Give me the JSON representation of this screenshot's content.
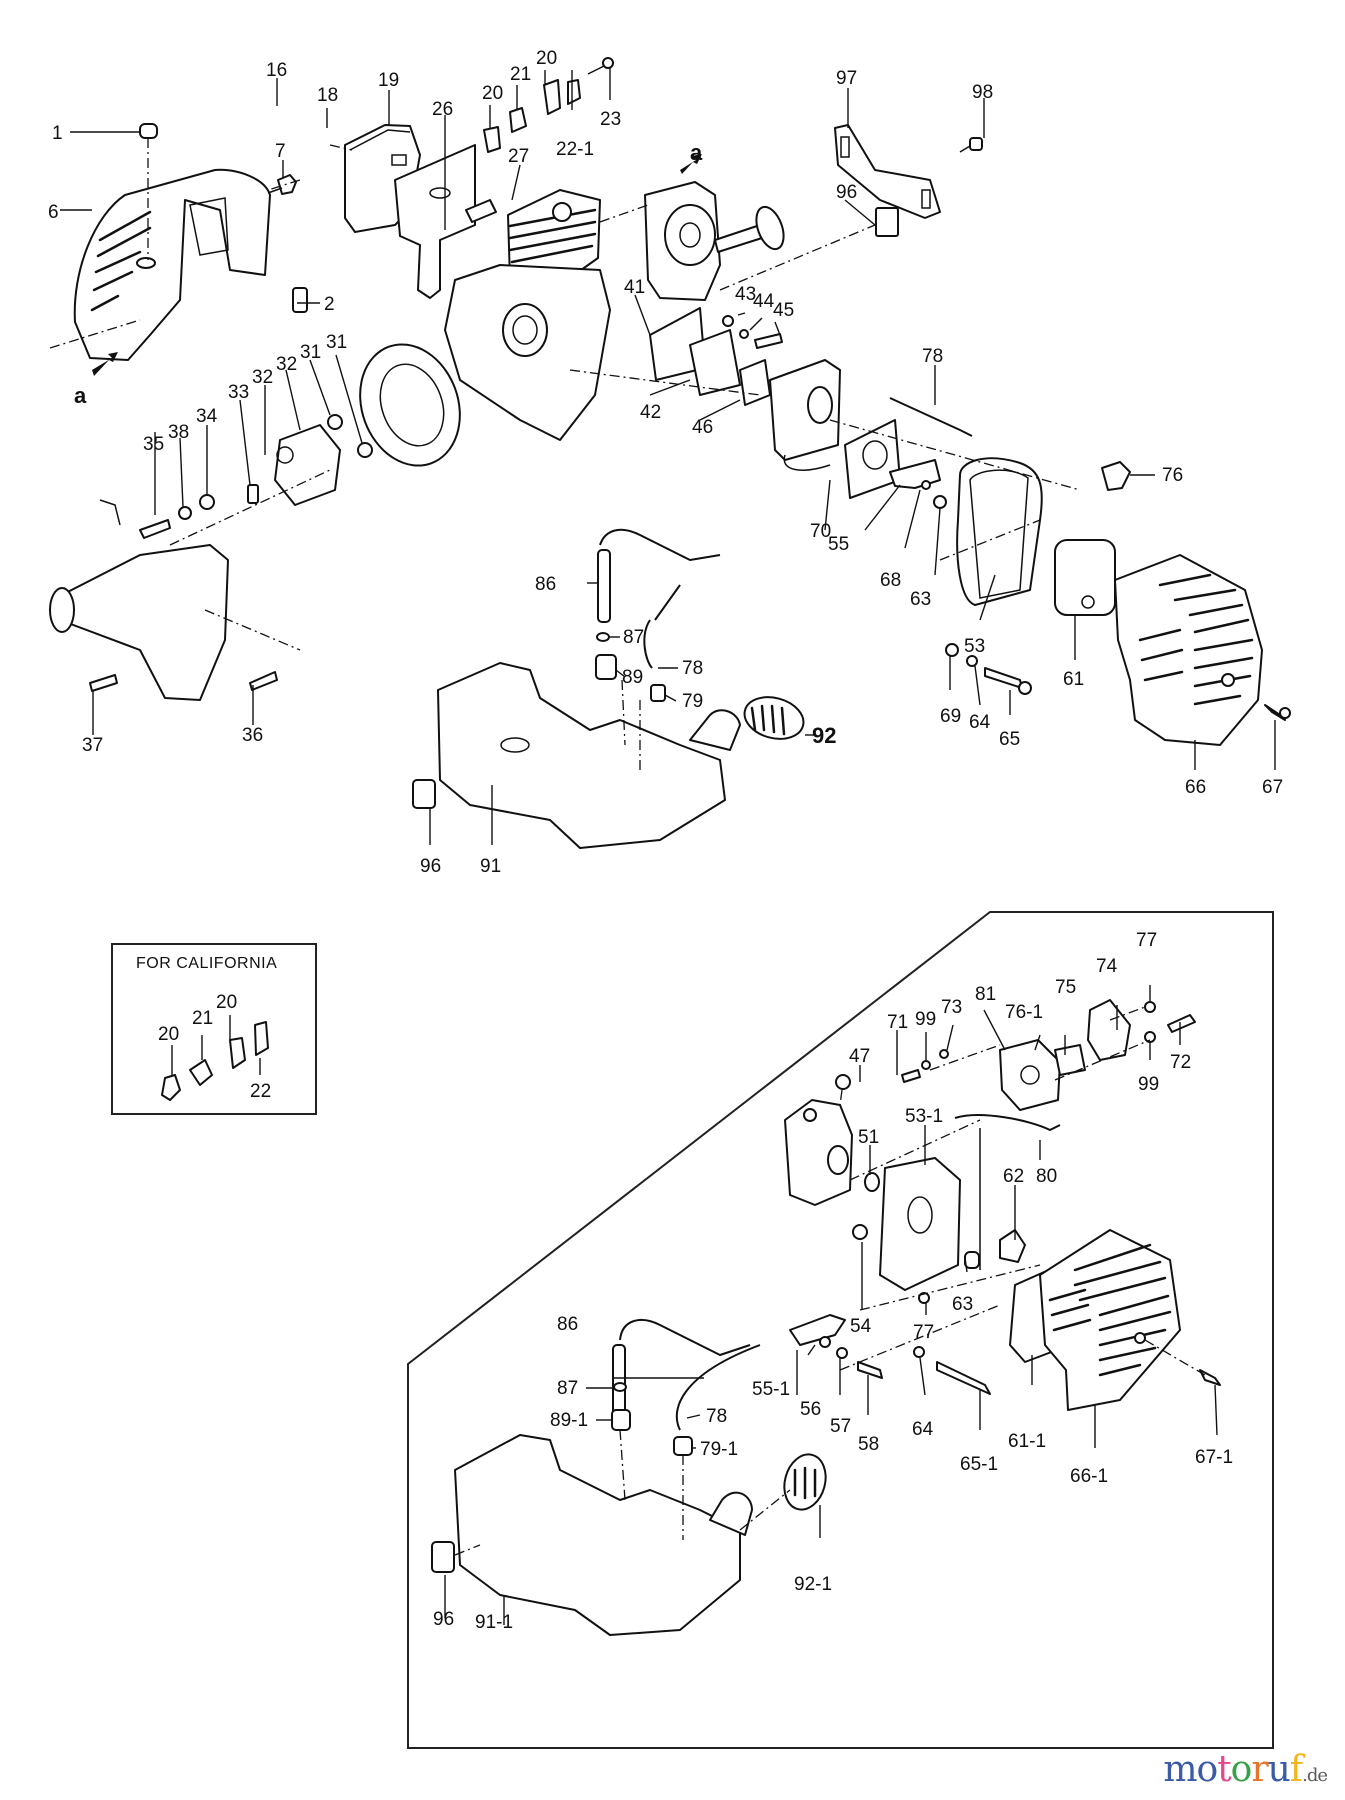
{
  "diagram": {
    "title": "Engine exploded parts view",
    "view_marker": "a",
    "california_inset": {
      "title": "FOR CALIFORNIA",
      "labels": [
        "20",
        "21",
        "20",
        "22"
      ]
    },
    "upper_callouts": [
      {
        "id": "c1",
        "text": "1"
      },
      {
        "id": "c2",
        "text": "2"
      },
      {
        "id": "c6",
        "text": "6"
      },
      {
        "id": "c7",
        "text": "7"
      },
      {
        "id": "c16",
        "text": "16"
      },
      {
        "id": "c18",
        "text": "18"
      },
      {
        "id": "c19",
        "text": "19"
      },
      {
        "id": "c20a",
        "text": "20"
      },
      {
        "id": "c20b",
        "text": "20"
      },
      {
        "id": "c21",
        "text": "21"
      },
      {
        "id": "c22_1",
        "text": "22-1"
      },
      {
        "id": "c23",
        "text": "23"
      },
      {
        "id": "c26",
        "text": "26"
      },
      {
        "id": "c27",
        "text": "27"
      },
      {
        "id": "c31a",
        "text": "31"
      },
      {
        "id": "c31b",
        "text": "31"
      },
      {
        "id": "c32a",
        "text": "32"
      },
      {
        "id": "c32b",
        "text": "32"
      },
      {
        "id": "c33",
        "text": "33"
      },
      {
        "id": "c34",
        "text": "34"
      },
      {
        "id": "c35",
        "text": "35"
      },
      {
        "id": "c36",
        "text": "36"
      },
      {
        "id": "c37",
        "text": "37"
      },
      {
        "id": "c38",
        "text": "38"
      },
      {
        "id": "c41",
        "text": "41"
      },
      {
        "id": "c42",
        "text": "42"
      },
      {
        "id": "c43",
        "text": "43"
      },
      {
        "id": "c44",
        "text": "44"
      },
      {
        "id": "c45",
        "text": "45"
      },
      {
        "id": "c46",
        "text": "46"
      },
      {
        "id": "c53",
        "text": "53"
      },
      {
        "id": "c55",
        "text": "55"
      },
      {
        "id": "c61",
        "text": "61"
      },
      {
        "id": "c63",
        "text": "63"
      },
      {
        "id": "c64",
        "text": "64"
      },
      {
        "id": "c65",
        "text": "65"
      },
      {
        "id": "c66",
        "text": "66"
      },
      {
        "id": "c67",
        "text": "67"
      },
      {
        "id": "c68",
        "text": "68"
      },
      {
        "id": "c69",
        "text": "69"
      },
      {
        "id": "c70",
        "text": "70"
      },
      {
        "id": "c76",
        "text": "76"
      },
      {
        "id": "c78a",
        "text": "78"
      },
      {
        "id": "c78b",
        "text": "78"
      },
      {
        "id": "c79",
        "text": "79"
      },
      {
        "id": "c86",
        "text": "86"
      },
      {
        "id": "c87",
        "text": "87"
      },
      {
        "id": "c89",
        "text": "89"
      },
      {
        "id": "c91",
        "text": "91"
      },
      {
        "id": "c92",
        "text": "92"
      },
      {
        "id": "c96a",
        "text": "96"
      },
      {
        "id": "c96b",
        "text": "96"
      },
      {
        "id": "c97",
        "text": "97"
      },
      {
        "id": "c98",
        "text": "98"
      }
    ],
    "lower_callouts": [
      {
        "id": "l47",
        "text": "47"
      },
      {
        "id": "l51",
        "text": "51"
      },
      {
        "id": "l53_1",
        "text": "53-1"
      },
      {
        "id": "l54",
        "text": "54"
      },
      {
        "id": "l55_1",
        "text": "55-1"
      },
      {
        "id": "l56",
        "text": "56"
      },
      {
        "id": "l57",
        "text": "57"
      },
      {
        "id": "l58",
        "text": "58"
      },
      {
        "id": "l61_1",
        "text": "61-1"
      },
      {
        "id": "l62",
        "text": "62"
      },
      {
        "id": "l63",
        "text": "63"
      },
      {
        "id": "l64",
        "text": "64"
      },
      {
        "id": "l65_1",
        "text": "65-1"
      },
      {
        "id": "l66_1",
        "text": "66-1"
      },
      {
        "id": "l67_1",
        "text": "67-1"
      },
      {
        "id": "l71",
        "text": "71"
      },
      {
        "id": "l72",
        "text": "72"
      },
      {
        "id": "l73",
        "text": "73"
      },
      {
        "id": "l74",
        "text": "74"
      },
      {
        "id": "l75",
        "text": "75"
      },
      {
        "id": "l76_1",
        "text": "76-1"
      },
      {
        "id": "l77a",
        "text": "77"
      },
      {
        "id": "l77b",
        "text": "77"
      },
      {
        "id": "l78",
        "text": "78"
      },
      {
        "id": "l79_1",
        "text": "79-1"
      },
      {
        "id": "l80",
        "text": "80"
      },
      {
        "id": "l81",
        "text": "81"
      },
      {
        "id": "l86",
        "text": "86"
      },
      {
        "id": "l87",
        "text": "87"
      },
      {
        "id": "l89_1",
        "text": "89-1"
      },
      {
        "id": "l91_1",
        "text": "91-1"
      },
      {
        "id": "l92_1",
        "text": "92-1"
      },
      {
        "id": "l96",
        "text": "96"
      },
      {
        "id": "l99a",
        "text": "99"
      },
      {
        "id": "l99b",
        "text": "99"
      }
    ]
  },
  "watermark": {
    "letters": [
      {
        "ch": "m",
        "color": "#3b5aa8"
      },
      {
        "ch": "o",
        "color": "#3b5aa8"
      },
      {
        "ch": "t",
        "color": "#e24a8a"
      },
      {
        "ch": "o",
        "color": "#3aa048"
      },
      {
        "ch": "r",
        "color": "#e8742a"
      },
      {
        "ch": "u",
        "color": "#3b5aa8"
      },
      {
        "ch": "f",
        "color": "#f2b51c"
      }
    ],
    "suffix": ".de"
  }
}
